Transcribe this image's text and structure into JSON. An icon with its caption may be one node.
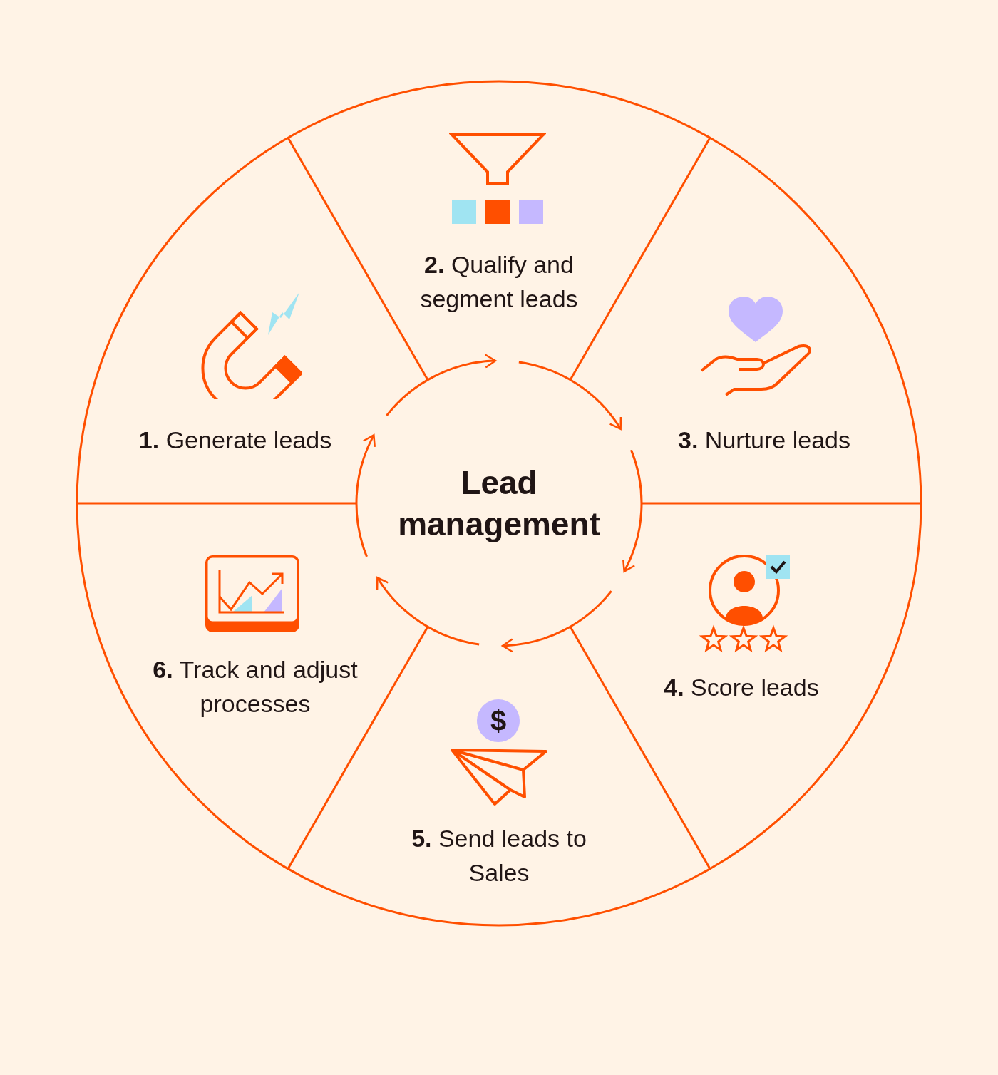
{
  "diagram": {
    "nodes": [
      {
        "text": [
          "Lead management"
        ]
      },
      {
        "text": [
          "**1.** Generate leads"
        ]
      },
      {
        "text": [
          "**2.** Qualify and segment leads"
        ]
      },
      {
        "text": [
          "**3.** Nurture leads"
        ]
      },
      {
        "text": [
          "**4.** Score leads"
        ]
      },
      {
        "text": [
          "**5.** Send leads to Sales"
        ]
      },
      {
        "text": [
          "**6.** Track and adjust processes"
        ]
      }
    ],
    "labels": [
      "$"
    ]
  }
}
